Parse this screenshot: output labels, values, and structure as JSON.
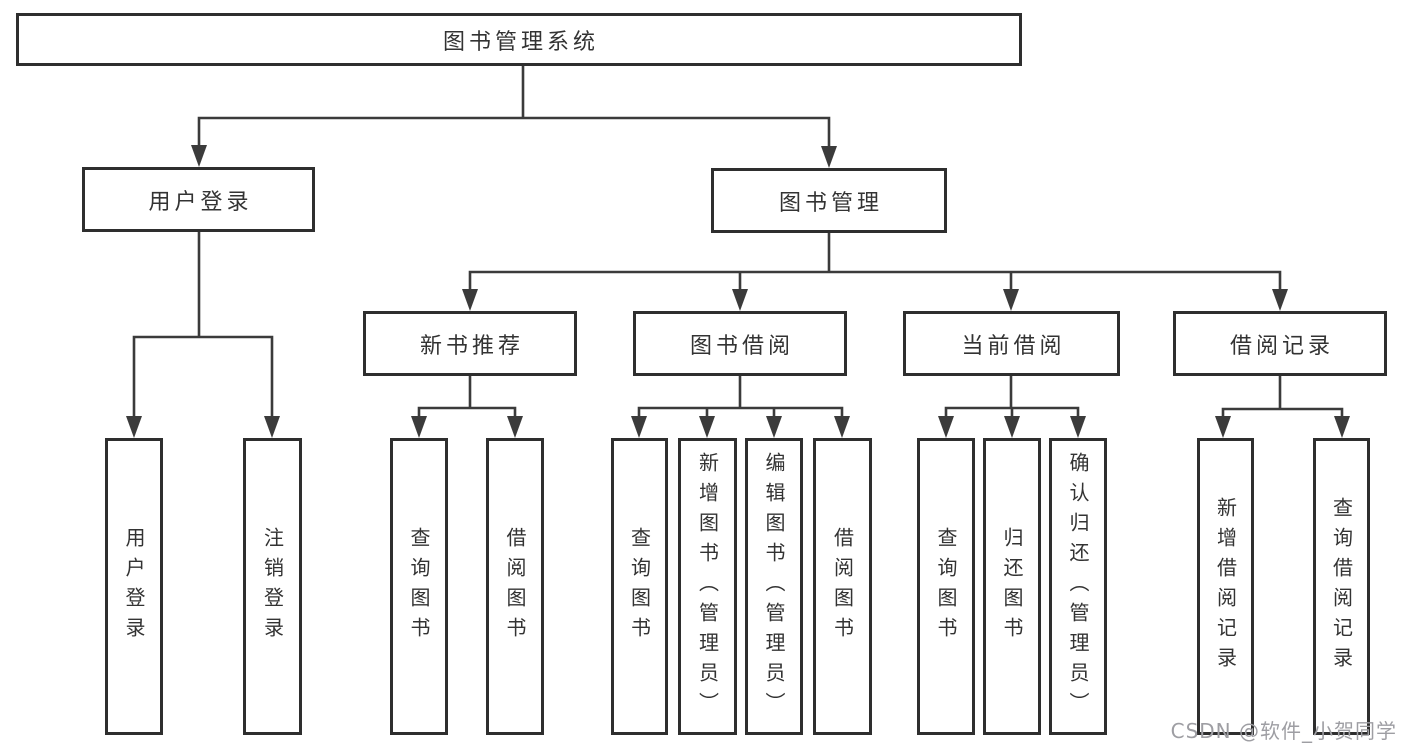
{
  "diagram": {
    "title": "图书管理系统",
    "root": {
      "label": "图书管理系统"
    },
    "level2": [
      {
        "label": "用户登录"
      },
      {
        "label": "图书管理"
      }
    ],
    "level3": [
      {
        "label": "新书推荐"
      },
      {
        "label": "图书借阅"
      },
      {
        "label": "当前借阅"
      },
      {
        "label": "借阅记录"
      }
    ],
    "leaves": [
      {
        "label": "用户登录",
        "parent": "用户登录"
      },
      {
        "label": "注销登录",
        "parent": "用户登录"
      },
      {
        "label": "查询图书",
        "parent": "新书推荐"
      },
      {
        "label": "借阅图书",
        "parent": "新书推荐"
      },
      {
        "label": "查询图书",
        "parent": "图书借阅"
      },
      {
        "label": "新增图书（管理员）",
        "parent": "图书借阅"
      },
      {
        "label": "编辑图书（管理员）",
        "parent": "图书借阅"
      },
      {
        "label": "借阅图书",
        "parent": "图书借阅"
      },
      {
        "label": "查询图书",
        "parent": "当前借阅"
      },
      {
        "label": "归还图书",
        "parent": "当前借阅"
      },
      {
        "label": "确认归还（管理员）",
        "parent": "当前借阅"
      },
      {
        "label": "新增借阅记录",
        "parent": "借阅记录"
      },
      {
        "label": "查询借阅记录",
        "parent": "借阅记录"
      }
    ],
    "watermark": "CSDN @软件_小贺同学",
    "colors": {
      "line": "#3b3b3b",
      "box_border": "#2e2e2e",
      "text": "#333333",
      "watermark": "#9e9ea3",
      "background": "#ffffff"
    }
  }
}
